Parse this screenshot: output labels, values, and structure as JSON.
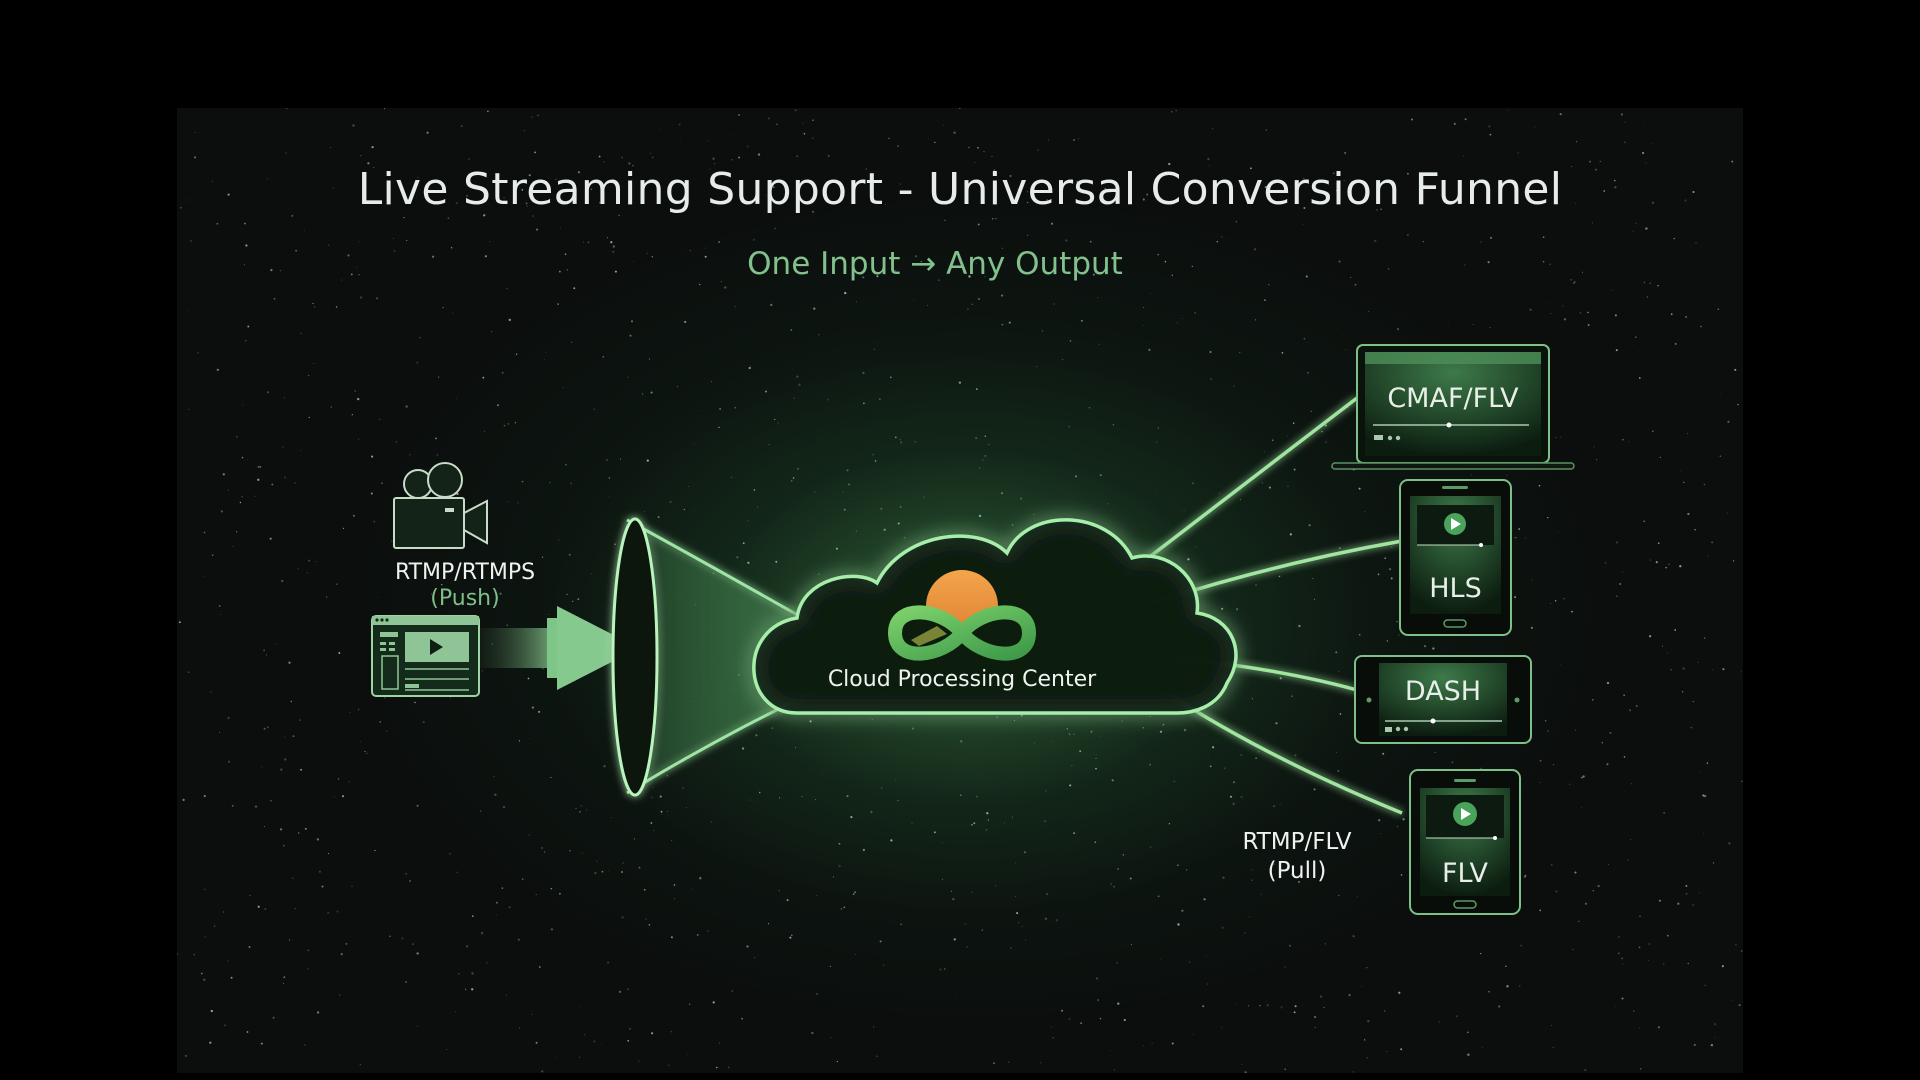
{
  "title": "Live Streaming Support - Universal Conversion Funnel",
  "subtitle": "One Input → Any Output",
  "input": {
    "protocol_label": "RTMP/RTMPS",
    "mode_label": "(Push)",
    "icons": [
      "video-camera-icon",
      "video-player-window-icon",
      "arrow-right-icon",
      "funnel-icon"
    ]
  },
  "center": {
    "label": "Cloud Processing Center",
    "icon": "infinity-sun-logo-icon"
  },
  "outputs": [
    {
      "device": "laptop",
      "label": "CMAF/FLV"
    },
    {
      "device": "tablet-portrait",
      "label": "HLS"
    },
    {
      "device": "tablet-landscape",
      "label": "DASH"
    },
    {
      "device": "phone-portrait",
      "label": "FLV"
    }
  ],
  "pull_output": {
    "protocol_label": "RTMP/FLV",
    "mode_label": "(Pull)"
  },
  "colors": {
    "background": "#0b0e0d",
    "accent_green": "#8fe09a",
    "subtitle_green": "#82c08c",
    "logo_orange": "#f0a24a",
    "logo_green": "#5cb85a"
  }
}
